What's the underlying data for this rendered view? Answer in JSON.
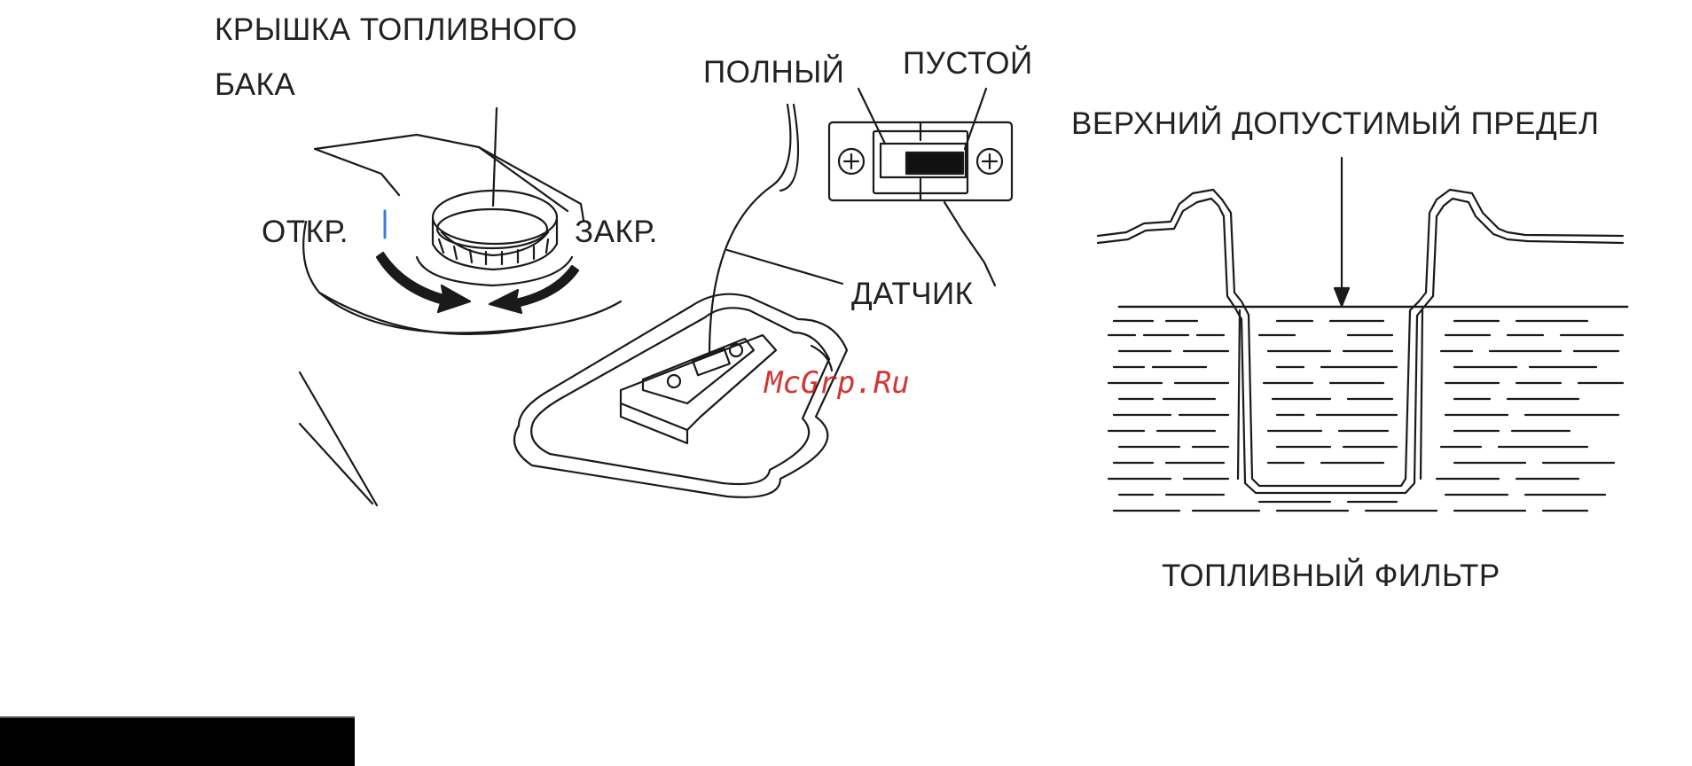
{
  "labels": {
    "fuel_cap_line1": "КРЫШКА ТОПЛИВНОГО",
    "fuel_cap_line2": "БАКА",
    "open": "ОТКР.",
    "close": "ЗАКР.",
    "full": "ПОЛНЫЙ",
    "empty": "ПУСТОЙ",
    "sensor": "ДАТЧИК",
    "upper_limit": "ВЕРХНИЙ ДОПУСТИМЫЙ ПРЕДЕЛ",
    "fuel_filter": "ТОПЛИВНЫЙ ФИЛЬТР"
  },
  "watermark": "McGrp.Ru",
  "colors": {
    "line": "#1a1a1a",
    "watermark": "#cc1111",
    "accent_blue": "#3a7bd5"
  },
  "icons": [
    "fuel-cap-icon",
    "rotate-arrow-icon",
    "screw-icon",
    "fuel-gauge-icon",
    "fuel-filter-icon"
  ]
}
